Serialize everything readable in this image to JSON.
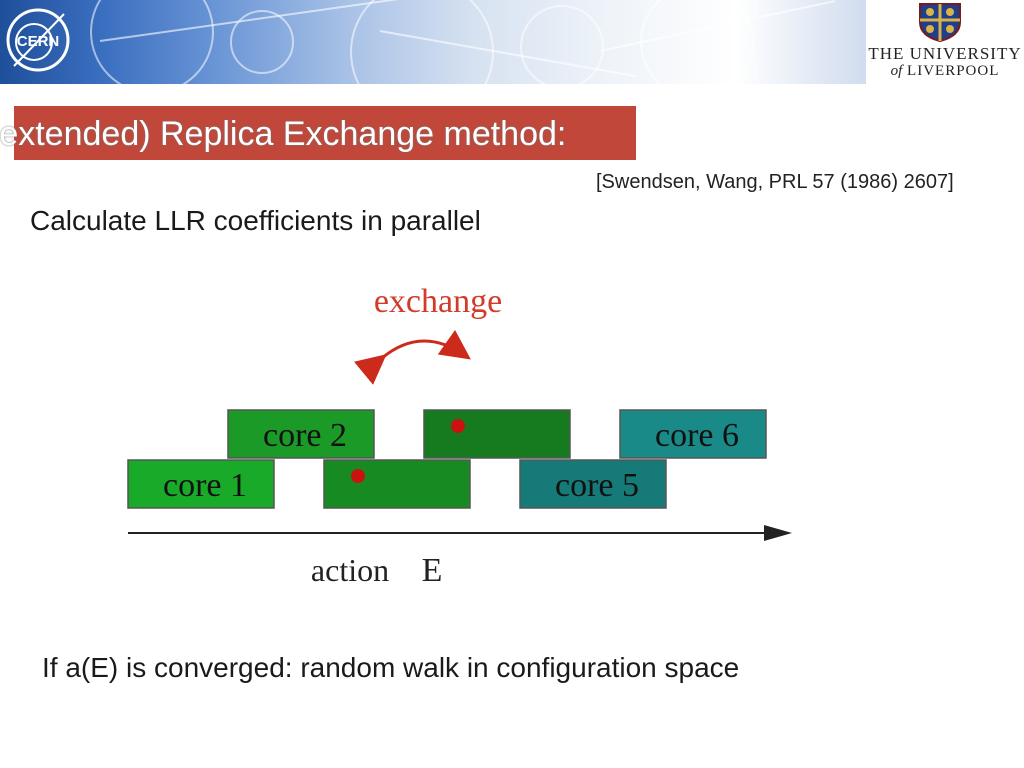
{
  "header": {
    "cern_logo_text": "CERN",
    "university_line1": "THE UNIVERSITY",
    "university_of": "of",
    "university_line2": "LIVERPOOL"
  },
  "slide": {
    "title": "(extended) Replica Exchange method:",
    "citation": "[Swendsen, Wang,  PRL 57 (1986) 2607]",
    "subtitle": "Calculate LLR coefficients in parallel",
    "bottom_text": "If a(E) is converged: random walk in configuration space"
  },
  "diagram": {
    "exchange_label": "exchange",
    "cores": [
      {
        "label": "core 1",
        "row": "lower",
        "slot": 0,
        "color": "#1aaa2a"
      },
      {
        "label": "core 2",
        "row": "upper",
        "slot": 0,
        "color": "#1c9a28"
      },
      {
        "label": "",
        "row": "upper",
        "slot": 1,
        "color": "#167a1e",
        "dot": true
      },
      {
        "label": "",
        "row": "lower",
        "slot": 1,
        "color": "#188a22",
        "dot": true
      },
      {
        "label": "core 5",
        "row": "lower",
        "slot": 2,
        "color": "#167a78"
      },
      {
        "label": "core 6",
        "row": "upper",
        "slot": 2,
        "color": "#1a8a88"
      }
    ],
    "axis_label_word": "action",
    "axis_label_symbol": "E",
    "dot_color": "#cc1111",
    "arrow_color": "#cc2a1a"
  }
}
